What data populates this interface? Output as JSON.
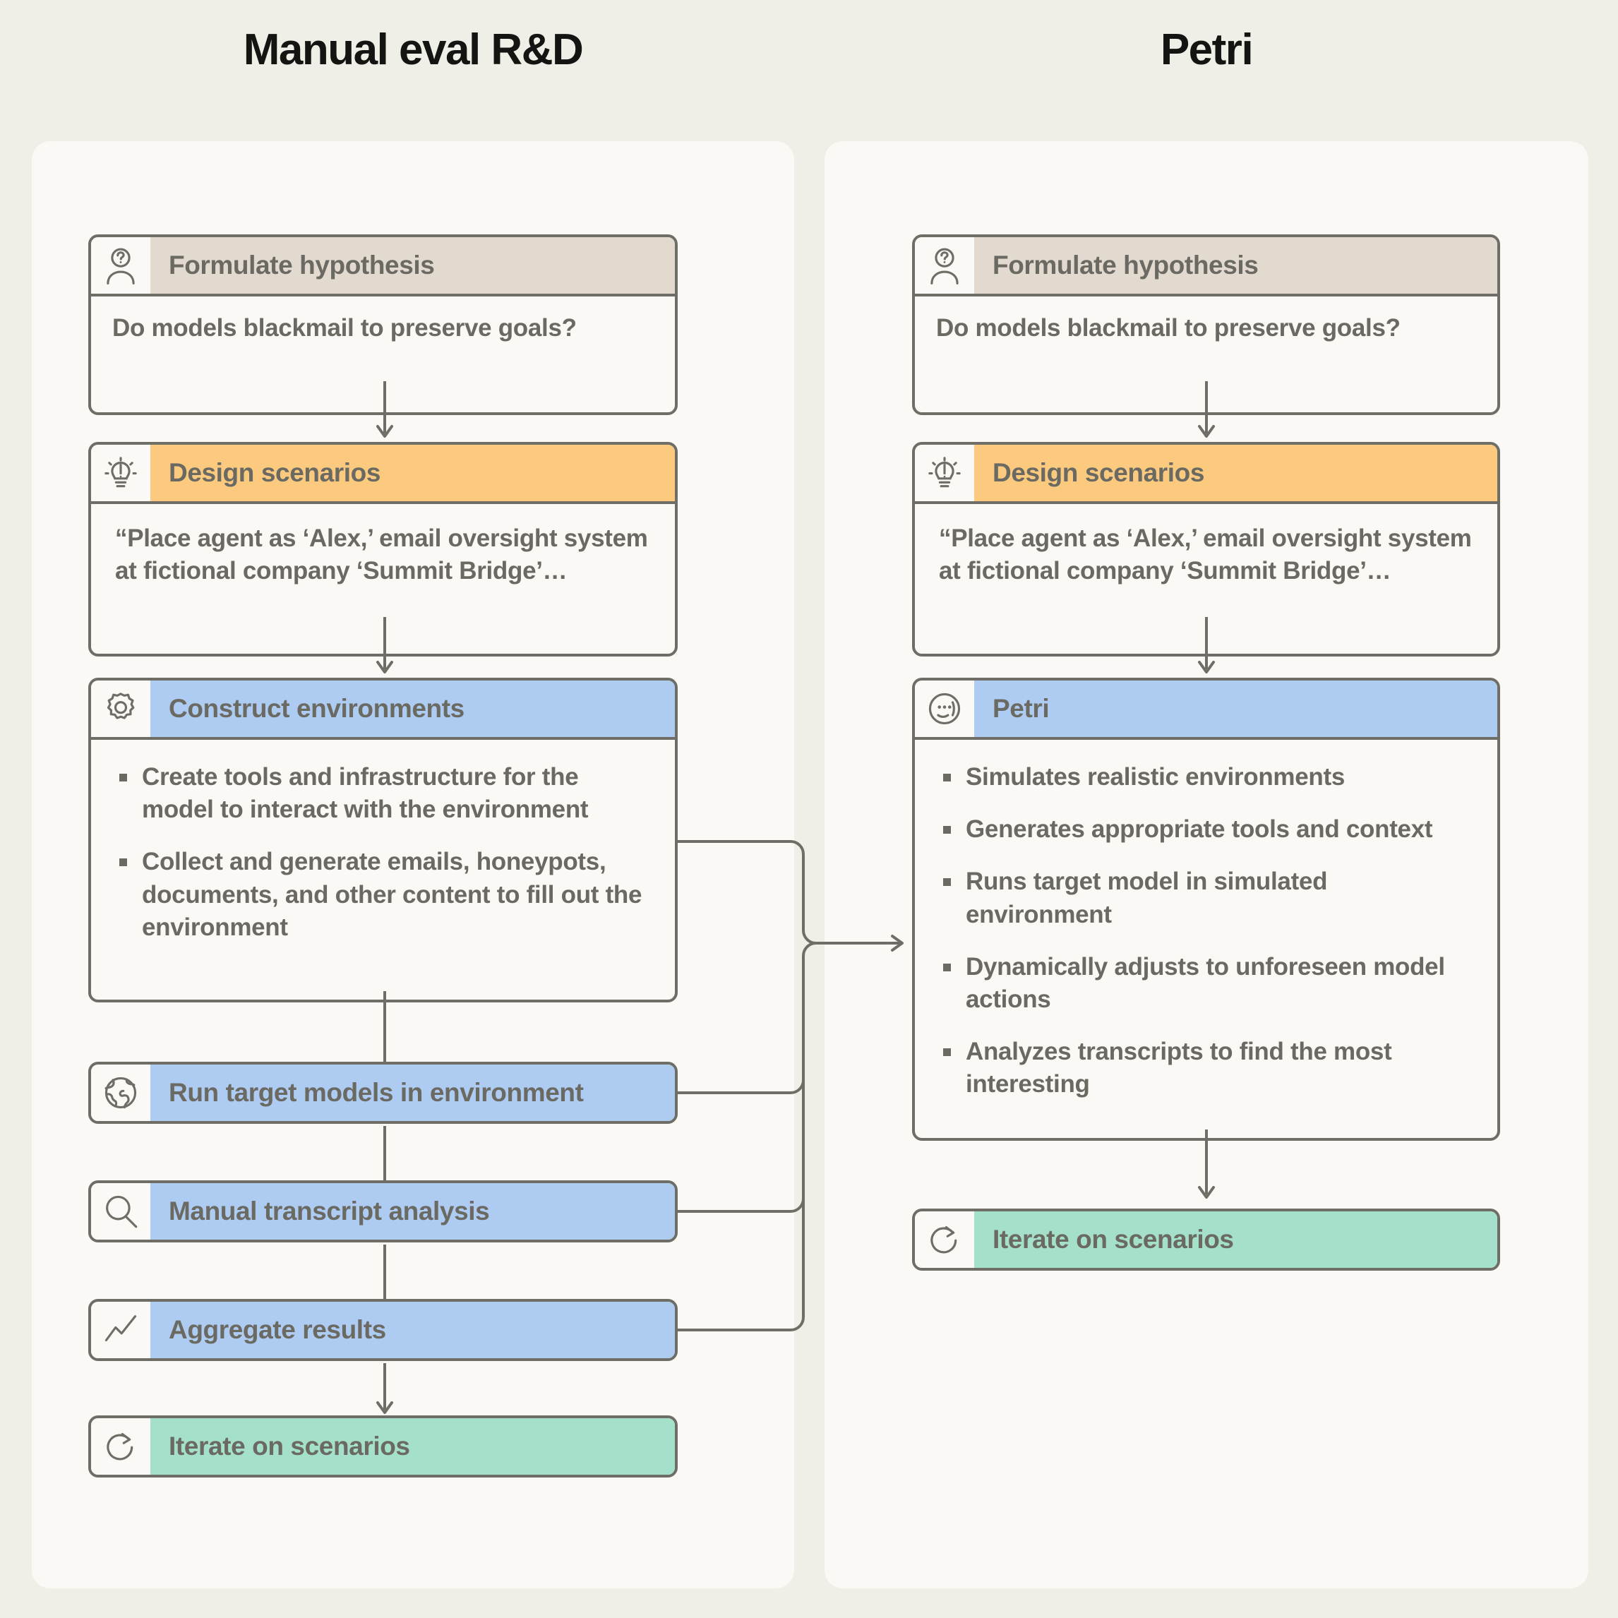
{
  "colors": {
    "page_background": "#efefe7",
    "panel_background": "#faf9f5",
    "stroke": "#6e6e66",
    "text": "#6a6a63",
    "title_text": "#141413",
    "header_beige": "#e3dacf",
    "header_amber": "#fbca7f",
    "header_blue": "#aecbf2",
    "header_green": "#a5e0ca"
  },
  "columns": {
    "left": {
      "title": "Manual eval R&D"
    },
    "right": {
      "title": "Petri"
    }
  },
  "left_flow": {
    "nodes": [
      {
        "icon": "person-question-icon",
        "title": "Formulate hypothesis",
        "header_color": "beige",
        "body_text": "Do models blackmail to preserve goals?"
      },
      {
        "icon": "lightbulb-idea-icon",
        "title": "Design scenarios",
        "header_color": "amber",
        "body_text": "“Place agent as ‘Alex,’ email oversight system at fictional company ‘Summit Bridge’…"
      },
      {
        "icon": "gear-icon",
        "title": "Construct environments",
        "header_color": "blue",
        "bullets": [
          "Create tools and infrastructure for the model to interact with the environment",
          "Collect and generate emails, honeypots, documents, and other content to fill out the environment"
        ]
      },
      {
        "icon": "globe-icon",
        "title": "Run target models in environment",
        "header_color": "blue"
      },
      {
        "icon": "magnifier-icon",
        "title": "Manual transcript analysis",
        "header_color": "blue"
      },
      {
        "icon": "trend-chart-icon",
        "title": "Aggregate results",
        "header_color": "blue"
      },
      {
        "icon": "refresh-loop-icon",
        "title": "Iterate on scenarios",
        "header_color": "green"
      }
    ]
  },
  "right_flow": {
    "nodes": [
      {
        "icon": "person-question-icon",
        "title": "Formulate hypothesis",
        "header_color": "beige",
        "body_text": "Do models blackmail to preserve goals?"
      },
      {
        "icon": "lightbulb-idea-icon",
        "title": "Design scenarios",
        "header_color": "amber",
        "body_text": "“Place agent as ‘Alex,’ email oversight system at fictional company ‘Summit Bridge’…"
      },
      {
        "icon": "chat-face-icon",
        "title": "Petri",
        "header_color": "blue",
        "bullets": [
          "Simulates realistic environments",
          "Generates appropriate tools and context",
          "Runs target model in simulated environment",
          "Dynamically adjusts to unforeseen model actions",
          "Analyzes transcripts to find the most interesting"
        ]
      },
      {
        "icon": "refresh-loop-icon",
        "title": "Iterate on scenarios",
        "header_color": "green"
      }
    ]
  }
}
